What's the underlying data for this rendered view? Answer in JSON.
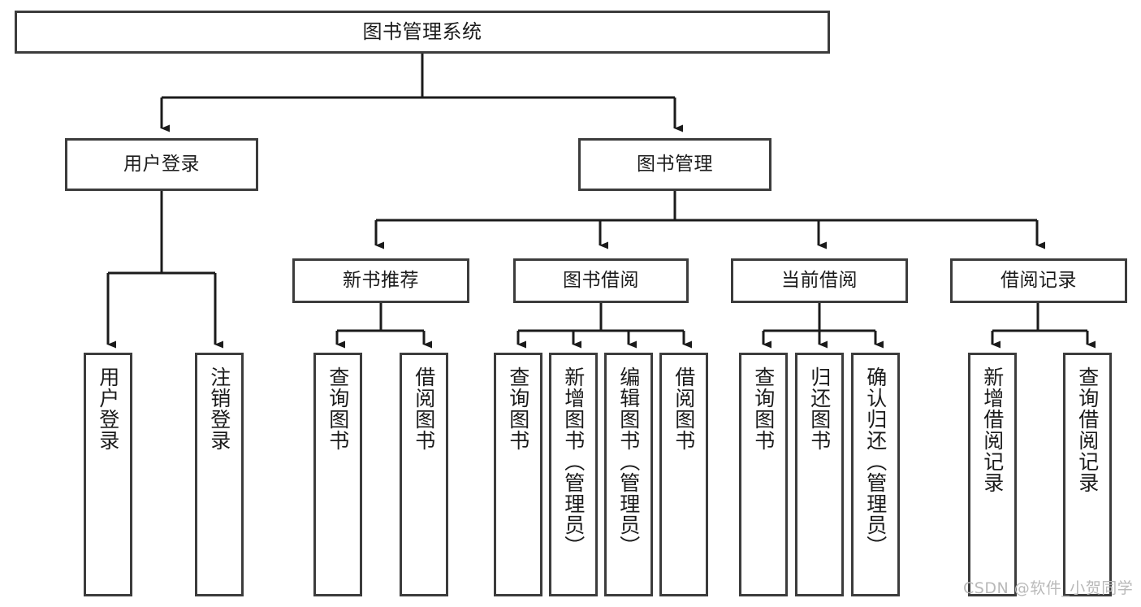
{
  "diagram": {
    "title": "图书管理系统",
    "type": "hierarchy-tree",
    "root": {
      "label": "图书管理系统"
    },
    "level1": [
      {
        "label": "用户登录"
      },
      {
        "label": "图书管理"
      }
    ],
    "level2": [
      {
        "label": "新书推荐"
      },
      {
        "label": "图书借阅"
      },
      {
        "label": "当前借阅"
      },
      {
        "label": "借阅记录"
      }
    ],
    "leaves": {
      "user_login": [
        {
          "label": "用户登录"
        },
        {
          "label": "注销登录"
        }
      ],
      "new_book": [
        {
          "label": "查询图书"
        },
        {
          "label": "借阅图书"
        }
      ],
      "book_borrow": [
        {
          "label": "查询图书"
        },
        {
          "label": "新增图书（管理员）"
        },
        {
          "label": "编辑图书（管理员）"
        },
        {
          "label": "借阅图书"
        }
      ],
      "current_borrow": [
        {
          "label": "查询图书"
        },
        {
          "label": "归还图书"
        },
        {
          "label": "确认归还（管理员）"
        }
      ],
      "borrow_record": [
        {
          "label": "新增借阅记录"
        },
        {
          "label": "查询借阅记录"
        }
      ]
    }
  },
  "watermark": {
    "text": "CSDN @软件_小贺同学"
  },
  "colors": {
    "box_border": "#3c3c3c",
    "line": "#1b1b1b",
    "background": "#ffffff",
    "watermark": "#b9b9b9"
  }
}
